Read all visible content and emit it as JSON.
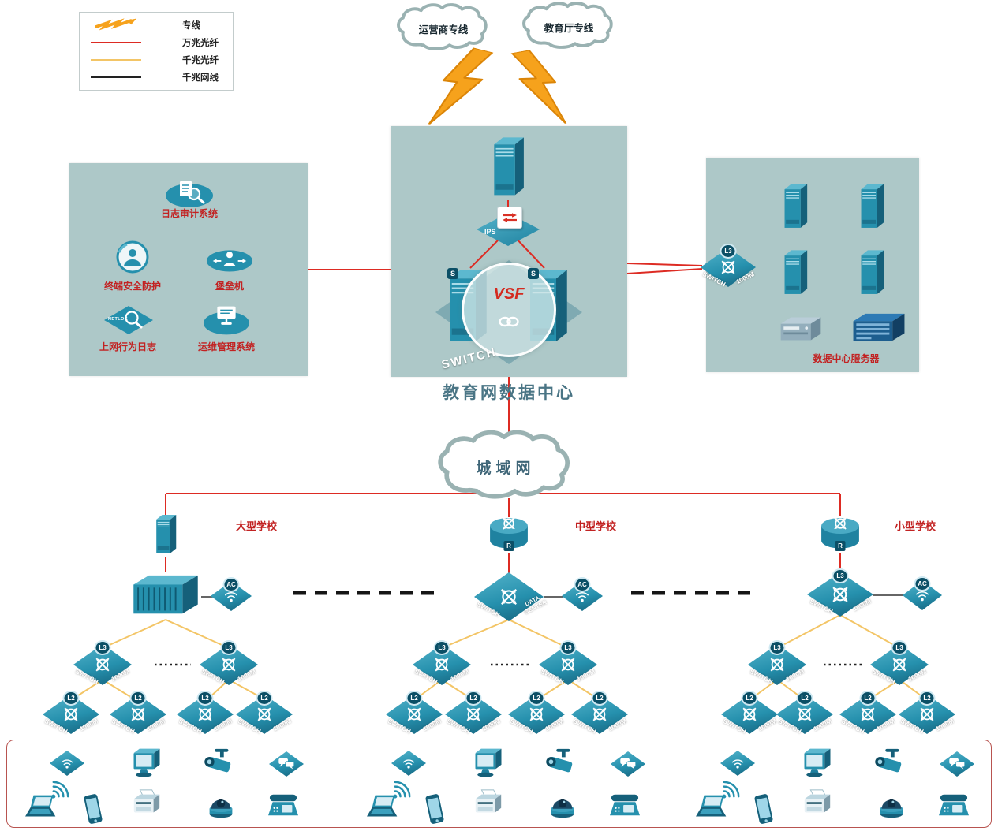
{
  "legend": {
    "items": [
      {
        "label": "专线"
      },
      {
        "label": "万兆光纤"
      },
      {
        "label": "千兆光纤"
      },
      {
        "label": "千兆网线"
      }
    ]
  },
  "clouds": {
    "carrier": "运营商专线",
    "education": "教育厅专线",
    "man": "城域网"
  },
  "datacenter": {
    "title": "教育网数据中心"
  },
  "security": {
    "log_audit": "日志审计系统",
    "endpoint": "终端安全防护",
    "bastion": "堡垒机",
    "net_behavior": "上网行为日志",
    "ops": "运维管理系统",
    "netlog_badge": "NETLOG"
  },
  "server_room": {
    "label": "数据中心服务器"
  },
  "schools": {
    "large": "大型学校",
    "medium": "中型学校",
    "small": "小型学校"
  },
  "labels": {
    "switch": "SWITCH",
    "speed": "1000M",
    "l2": "L2",
    "l3": "L3",
    "ac": "AC",
    "r": "R",
    "s": "S",
    "vsf": "VSF",
    "ips": "IPS",
    "data": "DATA",
    "center": "CENTER"
  },
  "colors": {
    "line_dedicated": "#f6a21c",
    "line_10g_fiber": "#dd2b23",
    "line_1g_fiber": "#f3c566",
    "line_1g_cable": "#222222",
    "device_teal": "#2590ad",
    "zone_bg": "#adc8c8",
    "label_red": "#c22222"
  }
}
